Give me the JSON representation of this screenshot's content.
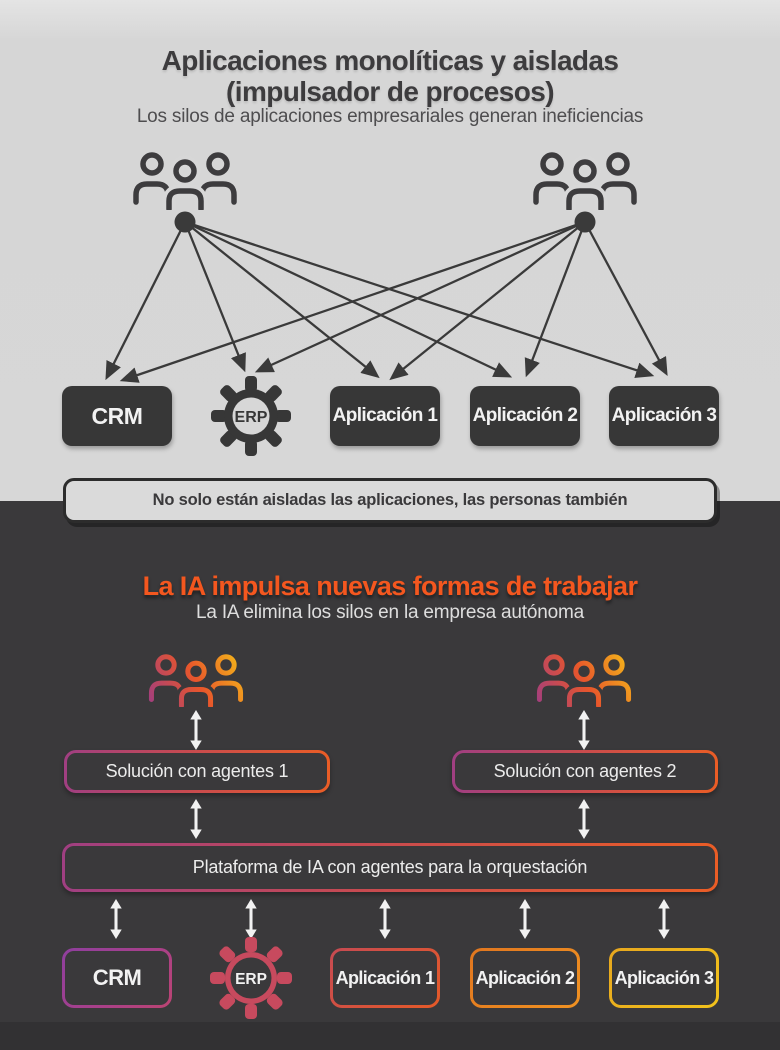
{
  "top": {
    "title_line1": "Aplicaciones monolíticas y aisladas",
    "title_line2": "(impulsador de procesos)",
    "subtitle": "Los silos de aplicaciones empresariales generan ineficiencias",
    "apps": [
      "CRM",
      "ERP",
      "Aplicación 1",
      "Aplicación 2",
      "Aplicación 3"
    ]
  },
  "banner": {
    "text": "No solo están aisladas las aplicaciones, las personas también"
  },
  "bottom": {
    "title": "La IA impulsa nuevas formas de trabajar",
    "subtitle": "La IA elimina los silos en la empresa autónoma",
    "solutions": [
      "Solución con agentes 1",
      "Solución con agentes 2"
    ],
    "platform": "Plataforma de IA con agentes para la orquestación",
    "apps": [
      "CRM",
      "ERP",
      "Aplicación 1",
      "Aplicación 2",
      "Aplicación 3"
    ]
  },
  "icons": {
    "people_group": "people-group-icon",
    "gear": "gear-icon",
    "connection_dot": "dot-icon",
    "fan_arrow": "arrow-icon",
    "double_arrow": "double-arrow-icon"
  },
  "colors": {
    "light_bg": "#d7d7d7",
    "dark_bg": "#3a393b",
    "footer_bg": "#323133",
    "box_dark": "#373737",
    "accent_orange": "#f4571f",
    "gradient_magenta": "#a03f82",
    "gradient_orange": "#ea5d26",
    "gradient_yellow": "#f2c31c",
    "crm_purple": "#8e3f9e",
    "erp_crimson": "#c74a5e",
    "app1_orange_red": "#e55a28",
    "app2_orange": "#f09222",
    "app3_amber": "#f2c31c",
    "arrow_dark": "#3a3a3a",
    "arrow_white": "#f2f2f2"
  }
}
